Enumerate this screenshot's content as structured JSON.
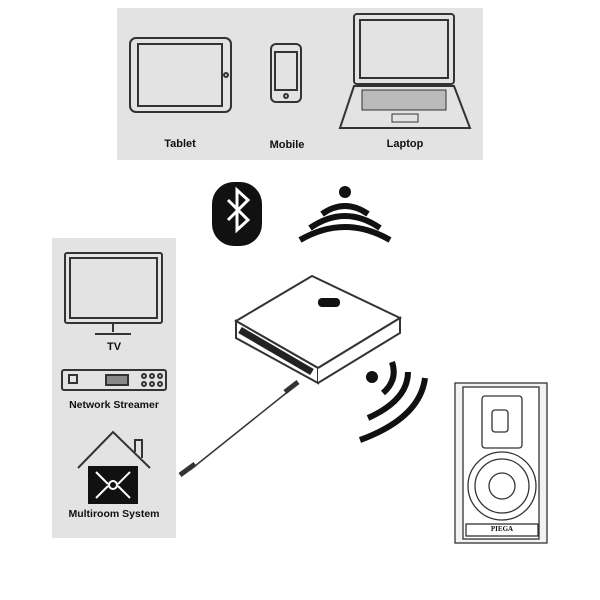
{
  "sources": {
    "tablet": "Tablet",
    "mobile": "Mobile",
    "laptop": "Laptop"
  },
  "inputs": {
    "tv": "TV",
    "streamer": "Network Streamer",
    "multiroom": "Multiroom System"
  },
  "speaker_brand": "PIEGA",
  "colors": {
    "panel": "#e3e3e3",
    "ink": "#111111"
  }
}
